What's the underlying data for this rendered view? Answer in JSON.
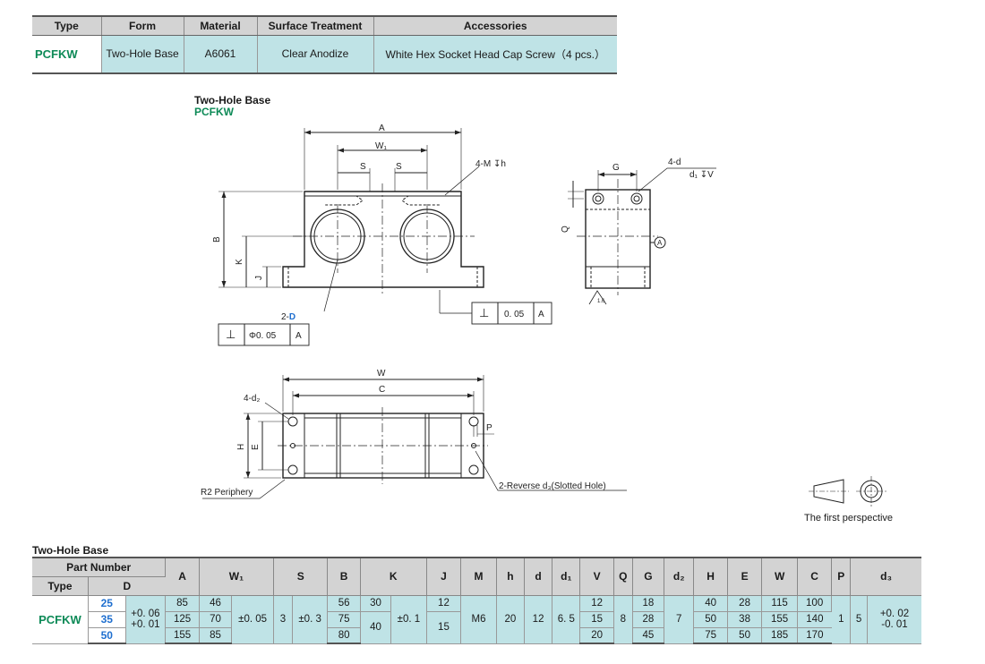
{
  "spec": {
    "headers": [
      "Type",
      "Form",
      "Material",
      "Surface Treatment",
      "Accessories"
    ],
    "row": {
      "type": "PCFKW",
      "form": "Two-Hole Base",
      "material": "A6061",
      "surface": "Clear Anodize",
      "accessories": "White Hex Socket Head Cap Screw（4 pcs.）"
    }
  },
  "drawing": {
    "title": "Two-Hole Base",
    "type_code": "PCFKW",
    "labels": {
      "A": "A",
      "W1": "W₁",
      "S": "S",
      "B": "B",
      "K": "K",
      "J": "J",
      "M": "4-M ↧h",
      "G": "G",
      "d": "4-d",
      "d1": "d₁ ↧V",
      "Q": "Q",
      "datum": "A",
      "twoD_prefix": "2-",
      "twoD": "D",
      "tol1": "Φ0. 05",
      "tol2": "0. 05",
      "tol_ref": "A",
      "W": "W",
      "C": "C",
      "d2": "4-d₂",
      "H": "H",
      "E": "E",
      "P": "P",
      "r2": "R2 Periphery",
      "slotted": "2-Reverse d₃(Slotted Hole)",
      "perp": "⊥",
      "rough": "1.6"
    },
    "perspective": "The first perspective"
  },
  "dims": {
    "title": "Two-Hole Base",
    "headers": {
      "part_number": "Part Number",
      "type": "Type",
      "D": "D",
      "A": "A",
      "W1": "W₁",
      "S": "S",
      "B": "B",
      "K": "K",
      "J": "J",
      "M": "M",
      "h": "h",
      "d": "d",
      "d1": "d₁",
      "V": "V",
      "Q": "Q",
      "G": "G",
      "d2": "d₂",
      "H": "H",
      "E": "E",
      "W": "W",
      "C": "C",
      "P": "P",
      "d3": "d₃"
    },
    "type": "PCFKW",
    "sizes": [
      "25",
      "35",
      "50"
    ],
    "D_tol": [
      "+0. 06",
      "+0. 01"
    ],
    "A": [
      "85",
      "125",
      "155"
    ],
    "W1": [
      "46",
      "70",
      "85"
    ],
    "W1_tol": "±0. 05",
    "S": "3",
    "S_tol": "±0. 3",
    "B": [
      "56",
      "75",
      "80"
    ],
    "K": [
      "30",
      "40"
    ],
    "K_tol": "±0. 1",
    "J": [
      "12",
      "15"
    ],
    "M": "M6",
    "h": "20",
    "d": "12",
    "d1": "6. 5",
    "V": [
      "12",
      "15",
      "20"
    ],
    "Q": "8",
    "G": [
      "18",
      "28",
      "45"
    ],
    "d2": "7",
    "H": [
      "40",
      "50",
      "75"
    ],
    "E": [
      "28",
      "38",
      "50"
    ],
    "W": [
      "115",
      "155",
      "185"
    ],
    "C": [
      "100",
      "140",
      "170"
    ],
    "P": "1",
    "d3": "5",
    "d3_tol": [
      "+0. 02",
      "-0. 01"
    ]
  }
}
